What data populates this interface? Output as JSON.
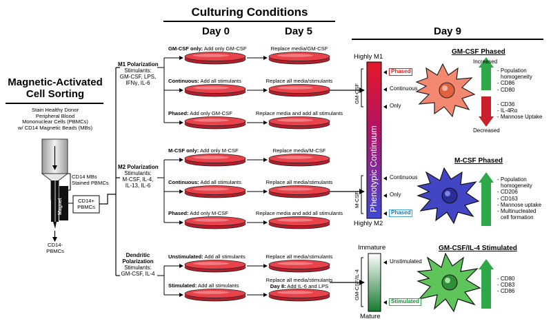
{
  "mac": {
    "title_line1": "Magnetic-Activated",
    "title_line2": "Cell Sorting",
    "stain": [
      "Stain Healthy Donor",
      "Peripheral Blood",
      "Mononuclear Cells (PBMCs)",
      "w/ CD14 Magnetic Beads (MBs)"
    ],
    "tube_label": [
      "CD14 MBs",
      "Stained PBMCs"
    ],
    "magnet": "Magnet",
    "plus_box": [
      "CD14+",
      "PBMCs"
    ],
    "minus_label": [
      "CD14-",
      "PBMCs"
    ]
  },
  "culture": {
    "title": "Culturing Conditions",
    "day0": "Day 0",
    "day5": "Day 5",
    "day9": "Day 9"
  },
  "groups": [
    {
      "name": "M1 Polarization",
      "stim_lines": [
        "Stimulants:",
        "GM-CSF, LPS,",
        "IFNγ, IL-6"
      ],
      "rows": [
        {
          "bold": "GM-CSF only:",
          "d0": " Add only GM-CSF",
          "d5": [
            "Replace media/GM-CSF"
          ]
        },
        {
          "bold": "Continuous:",
          "d0": " Add all stimulants",
          "d5": [
            "Replace all media/stimulants"
          ]
        },
        {
          "bold": "Phased:",
          "d0": " Add only GM-CSF",
          "d5": [
            "Replace media and add all stimulants"
          ]
        }
      ]
    },
    {
      "name": "M2 Polarization",
      "stim_lines": [
        "Stimulants:",
        "M-CSF, IL-4,",
        "IL-13, IL-6"
      ],
      "rows": [
        {
          "bold": "M-CSF only:",
          "d0": " Add only M-CSF",
          "d5": [
            "Replace media/M-CSF"
          ]
        },
        {
          "bold": "Continuous:",
          "d0": " Add all stimulants",
          "d5": [
            "Replace all media/stimulants"
          ]
        },
        {
          "bold": "Phased:",
          "d0": " Add only M-CSF",
          "d5": [
            "Replace media and add all stimulants"
          ]
        }
      ]
    },
    {
      "name_lines": [
        "Dendritic",
        "Polarization"
      ],
      "stim_lines": [
        "Stimulants:",
        "GM-CSF, IL-4"
      ],
      "rows": [
        {
          "bold": "Unstimulated:",
          "d0": " Add all stimulants",
          "d5": [
            "Replace all media/stimulants"
          ]
        },
        {
          "bold": "Stimulated:",
          "d0": " Add all stimulants",
          "d5": [
            "Replace all media/stimulants"
          ],
          "d8_bold": "Day 8:",
          "d8": " Add IL-6 and LPS"
        }
      ]
    }
  ],
  "continuum": {
    "top": "Highly M1",
    "bottom": "Highly M2",
    "bar_label": "Phenotypic Continuum",
    "side_top": "GM-CSF",
    "side_bottom": "M-CSF",
    "m1_markers": [
      "Phased",
      "Continuous",
      "Only"
    ],
    "m2_markers": [
      "Continuous",
      "Only",
      "Phased"
    ],
    "colors": {
      "m1": "#e31e24",
      "m2": "#4b4fd6",
      "phased_box_m1": "#e31e24",
      "phased_box_m2": "#3fa9d8"
    }
  },
  "dc_scale": {
    "top": "Immature",
    "bottom": "Mature",
    "side": "GM-CSF/IL-4",
    "markers": [
      "Unstimulated",
      "Stimulated"
    ],
    "colors": {
      "bar": "#1f8a3c",
      "stim_box": "#2fae4a"
    }
  },
  "panels": [
    {
      "title": "GM-CSF Phased",
      "increased": "Increased",
      "decreased": "Decreased",
      "up_items": [
        "- Population",
        "  homogeneity",
        "- CD86",
        "- CD80"
      ],
      "down_items": [
        "- CD36",
        "- IL-4Rα",
        "- Mannose Uptake"
      ],
      "cell_color": "#f4876f"
    },
    {
      "title": "M-CSF Phased",
      "up_items": [
        "- Population",
        "  homogeneity",
        "- CD206",
        "- CD163",
        "- Mannose uptake",
        "- Multinucleated",
        "  cell formation"
      ],
      "cell_color": "#4246c4"
    },
    {
      "title": "GM-CSF/IL-4 Stimulated",
      "up_items": [
        "- CD80",
        "- CD83",
        "- CD86"
      ],
      "cell_color": "#5fc45a"
    }
  ]
}
